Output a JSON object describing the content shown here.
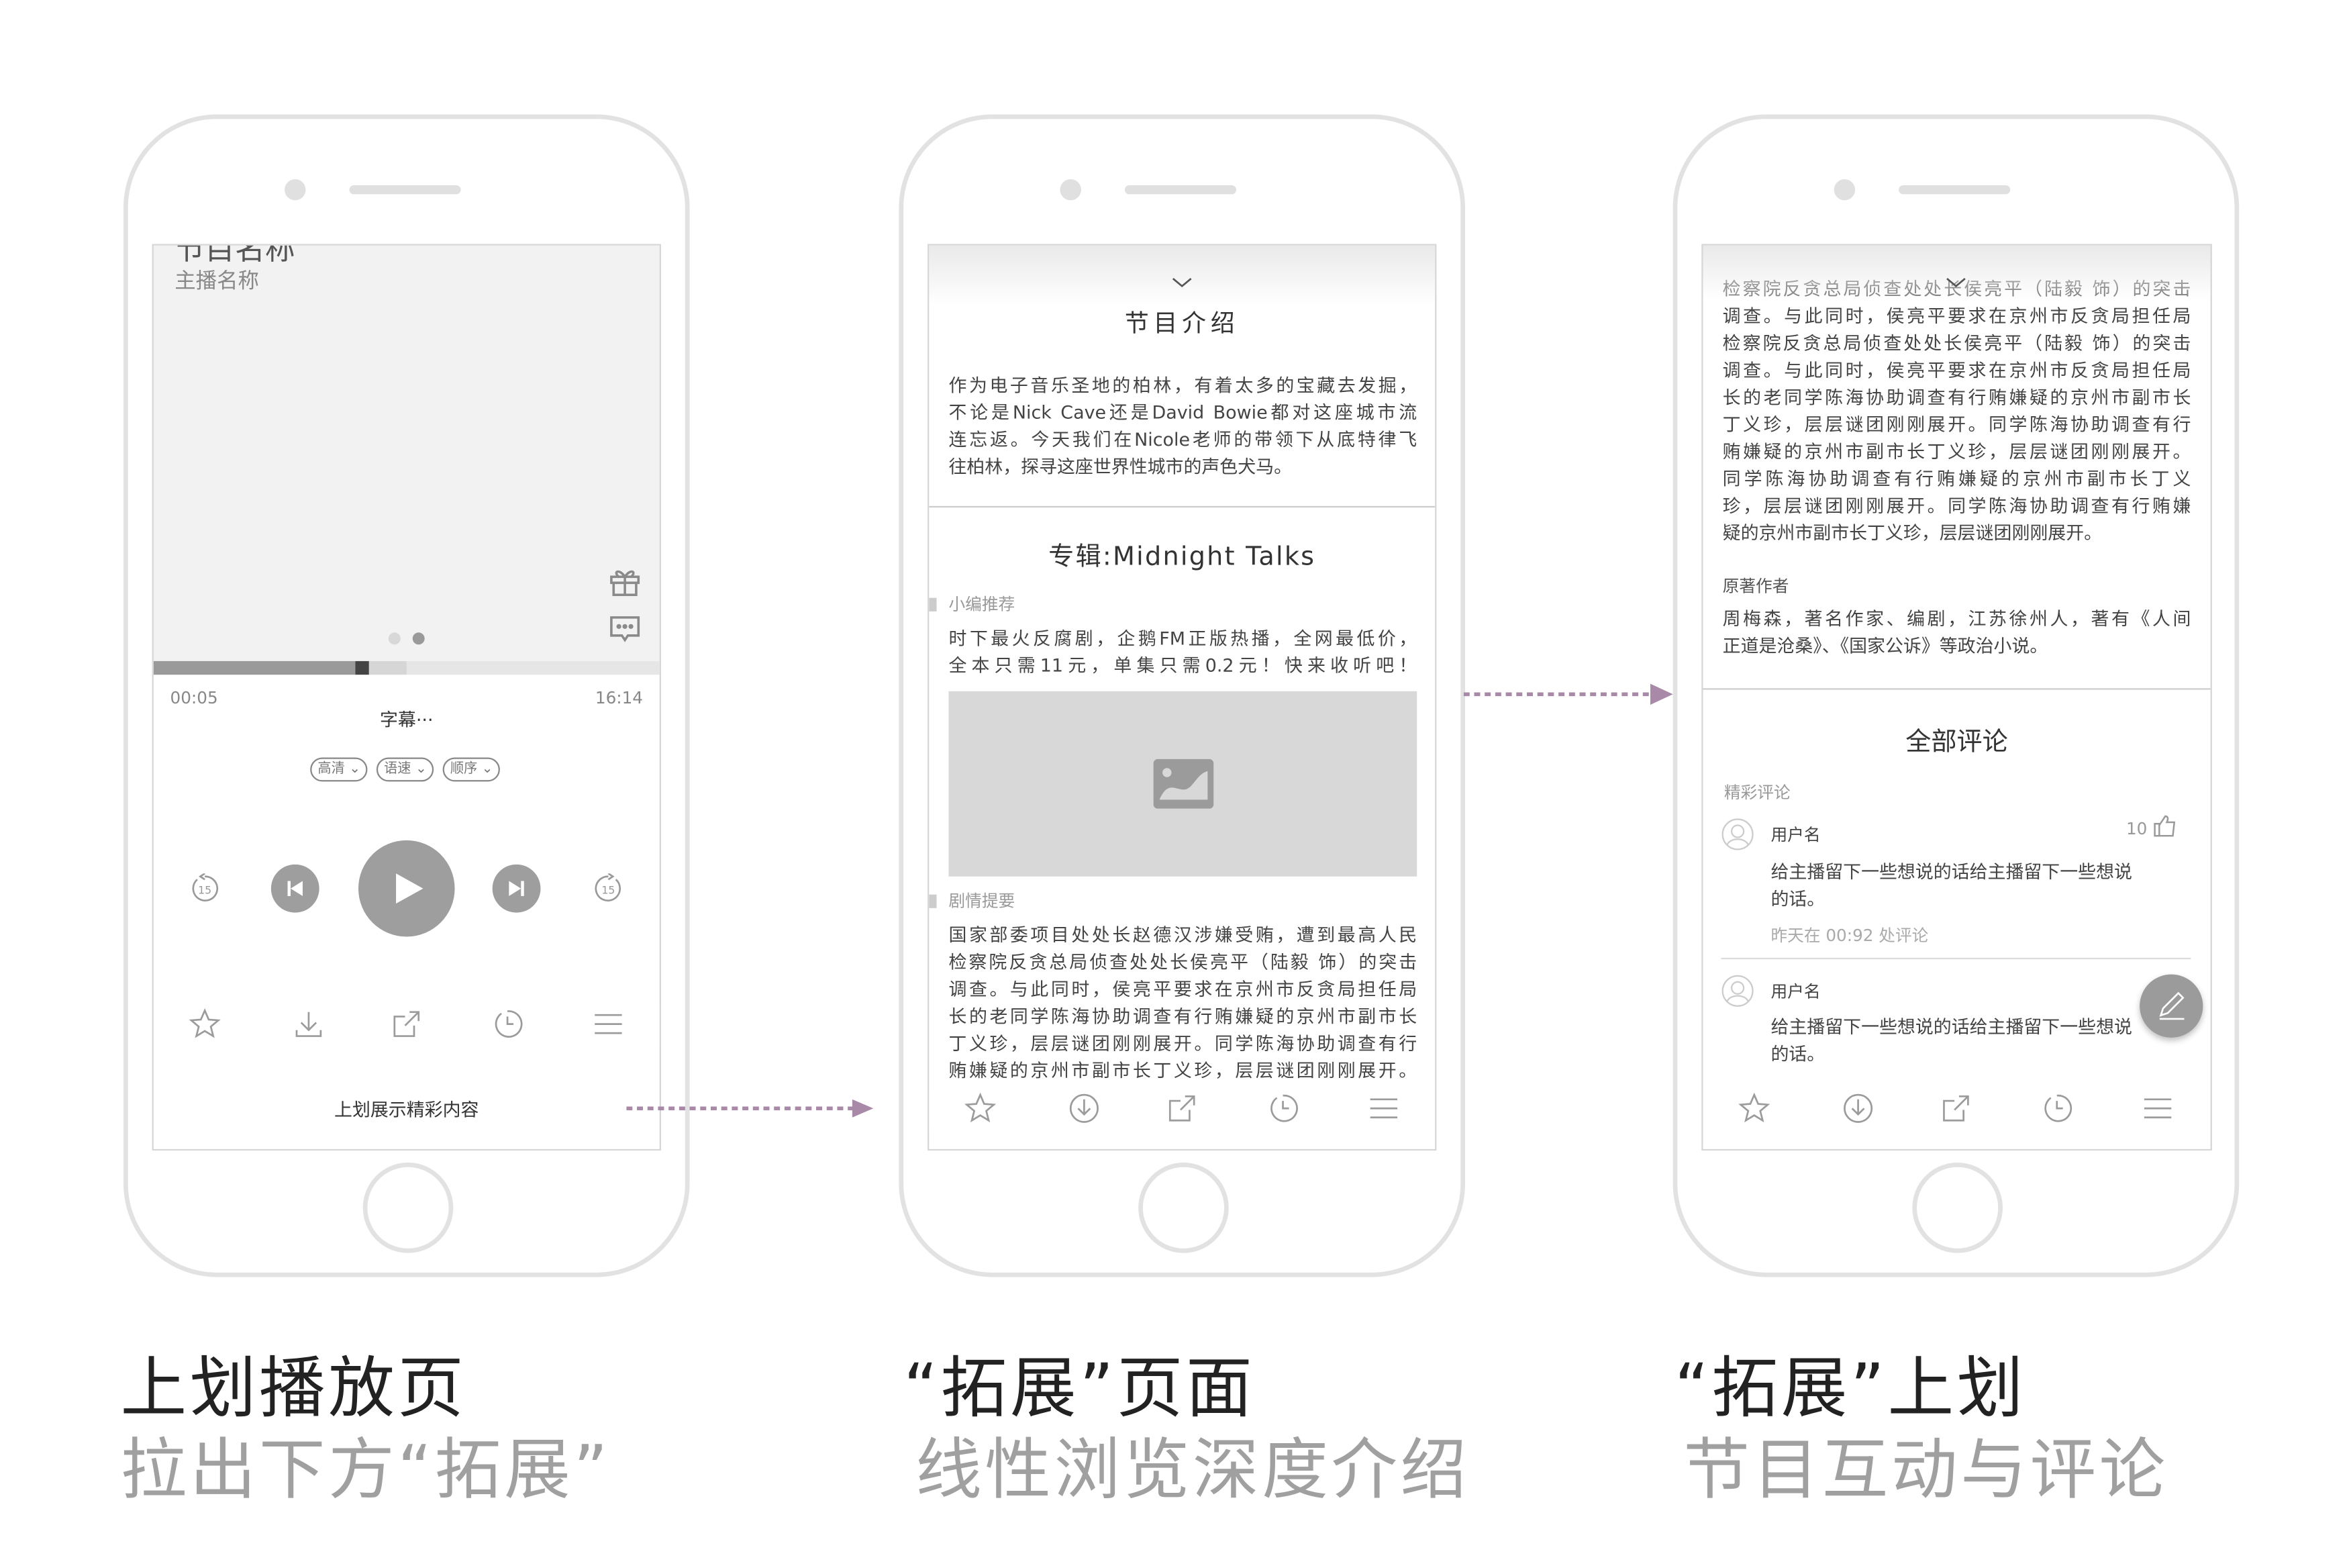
{
  "phone1": {
    "program_title": "节目名称",
    "host_name": "主播名称",
    "progress_fraction": 0.4,
    "buffered_fraction": 0.5,
    "time_elapsed": "00:05",
    "time_total": "16:14",
    "subtitle": "字幕···",
    "pills": [
      "高清",
      "语速",
      "顺序"
    ],
    "skip_seconds": "15",
    "swipe_hint": "上划展示精彩内容"
  },
  "phone2": {
    "intro_title": "节目介绍",
    "intro_lines": [
      "作为电子音乐圣地的柏林，有着太多的宝藏去发掘，",
      "不论是Nick  Cave还是David  Bowie都对这座城市流",
      "连忘返。今天我们在Nicole老师的带领下从底特律飞",
      "往柏林，探寻这座世界性城市的声色犬马。"
    ],
    "album_title": "专辑:Midnight Talks",
    "editor_label": "小编推荐",
    "editor_lines": [
      "时下最火反腐剧，企鹅FM正版热播，全网最低价，",
      "全本只需11元，单集只需0.2元！快来收听吧！"
    ],
    "synopsis_label": "剧情提要",
    "synopsis_lines": [
      "国家部委项目处处长赵德汉涉嫌受贿，遭到最高人民",
      "检察院反贪总局侦查处处长侯亮平（陆毅 饰）的突击",
      "调查。与此同时，侯亮平要求在京州市反贪局担任局",
      "长的老同学陈海协助调查有行贿嫌疑的京州市副市长",
      "丁义珍，层层谜团刚刚展开。同学陈海协助调查有行",
      "贿嫌疑的京州市副市长丁义珍，层层谜团刚刚展开。"
    ]
  },
  "phone3": {
    "synopsis_lines": [
      "检察院反贪总局侦查处处长侯亮平（陆毅 饰）的突击",
      "调查。与此同时，侯亮平要求在京州市反贪局担任局",
      "检察院反贪总局侦查处处长侯亮平（陆毅 饰）的突击",
      "调查。与此同时，侯亮平要求在京州市反贪局担任局",
      "长的老同学陈海协助调查有行贿嫌疑的京州市副市长",
      "丁义珍，层层谜团刚刚展开。同学陈海协助调查有行",
      "贿嫌疑的京州市副市长丁义珍，层层谜团刚刚展开。",
      "同学陈海协助调查有行贿嫌疑的京州市副市长丁义",
      "珍，层层谜团刚刚展开。同学陈海协助调查有行贿嫌",
      "疑的京州市副市长丁义珍，层层谜团刚刚展开。"
    ],
    "author_label": "原著作者",
    "author_lines": [
      "周梅森，著名作家、编剧，江苏徐州人，著有《人间",
      "正道是沧桑》、《国家公诉》等政治小说。"
    ],
    "comments_title": "全部评论",
    "featured_label": "精彩评论",
    "comments": [
      {
        "user": "用户名",
        "likes": "10",
        "lines": [
          "给主播留下一些想说的话给主播留下一些想说",
          "的话。"
        ],
        "meta": "昨天在 00:92 处评论"
      },
      {
        "user": "用户名",
        "lines": [
          "给主播留下一些想说的话给主播留下一些想说",
          "的话。"
        ]
      }
    ]
  },
  "captions": [
    {
      "title": "上划播放页",
      "subtitle": "拉出下方“拓展”"
    },
    {
      "title": "“拓展”页面",
      "subtitle": "线性浏览深度介绍"
    },
    {
      "title": "“拓展”上划",
      "subtitle": "节目互动与评论"
    }
  ],
  "colors": {
    "arrow": "#a88aa8",
    "icon": "#9b9b9b",
    "placeholder": "#d8d8d8"
  }
}
